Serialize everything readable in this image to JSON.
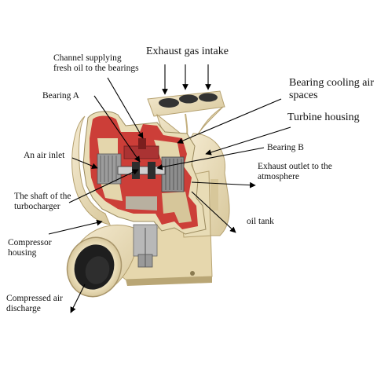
{
  "labels": {
    "channel": "Channel supplying\nfresh oil to the bearings",
    "exhaust_intake": "Exhaust gas intake",
    "bearing_cooling": "Bearing cooling air\nspaces",
    "bearing_a": "Bearing A",
    "turbine_housing": "Turbine housing",
    "bearing_b": "Bearing B",
    "air_inlet": "An air inlet",
    "exhaust_outlet": "Exhaust outlet to the\natmosphere",
    "shaft": "The shaft of the\nturbocharger",
    "oil_tank": "oil tank",
    "compressor_housing": "Compressor\nhousing",
    "compressed_air": "Compressed air\ndischarge"
  },
  "colors": {
    "casting": "#efe3bf",
    "casting_shadow": "#c9b888",
    "cutaway": "#c9302c",
    "metal": "#9a9a9a",
    "dark": "#2a2a2a",
    "base": "#e3d3a6"
  },
  "icons": [
    "arrow-icon"
  ]
}
